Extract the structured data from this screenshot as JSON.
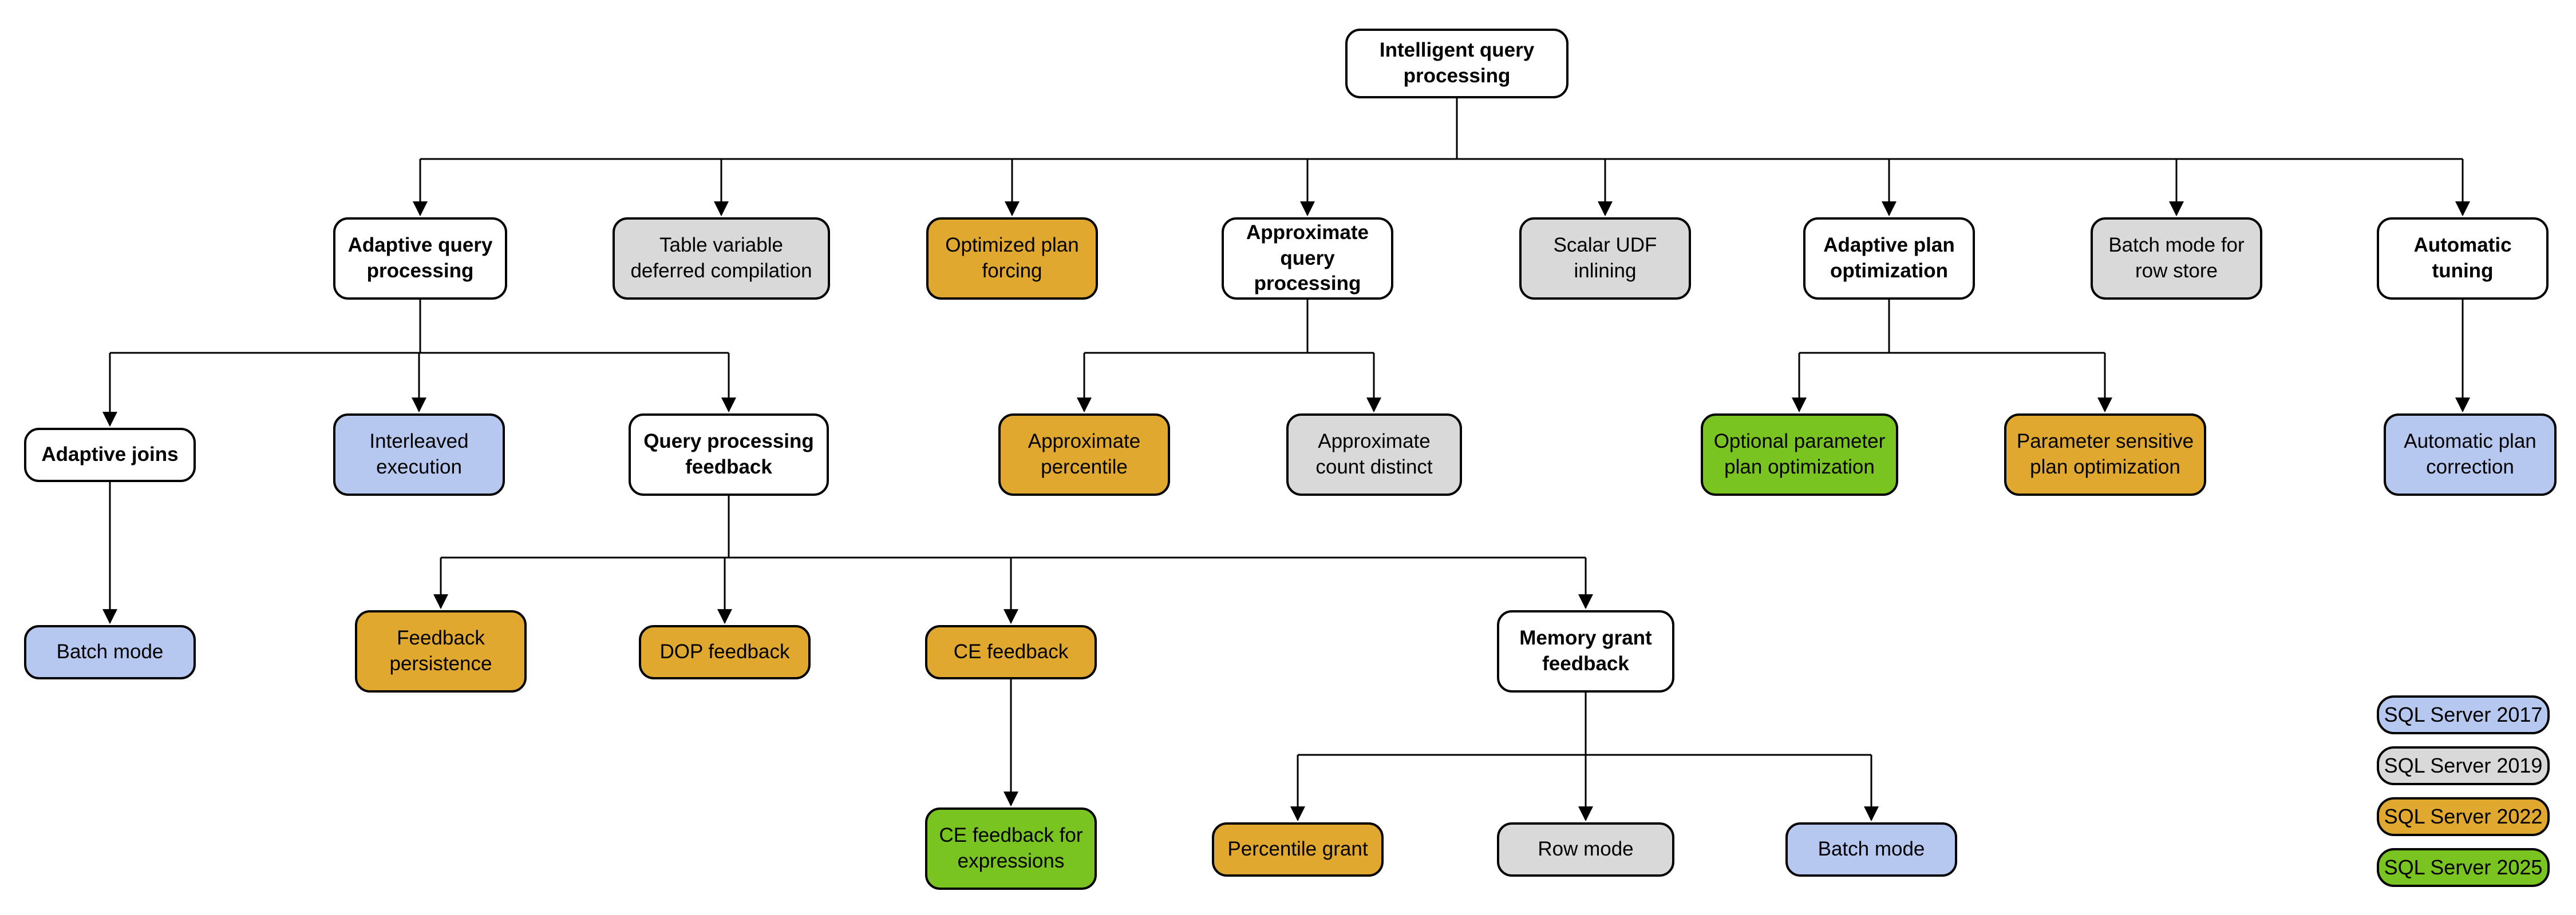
{
  "colors": {
    "category_fill": "#ffffff",
    "border": "#000000",
    "version_2017": "#b6c7f0",
    "version_2019": "#d9d9d9",
    "version_2022": "#e0a82e",
    "version_2025": "#79c421"
  },
  "nodes": {
    "root": {
      "label": "Intelligent query processing",
      "type": "category"
    },
    "adaptive_query_processing": {
      "label": "Adaptive query processing",
      "type": "category"
    },
    "table_variable_deferred_compilation": {
      "label": "Table variable deferred compilation",
      "version": "SQL Server 2019"
    },
    "optimized_plan_forcing": {
      "label": "Optimized plan forcing",
      "version": "SQL Server 2022"
    },
    "approximate_query_processing": {
      "label": "Approximate query processing",
      "type": "category"
    },
    "scalar_udf_inlining": {
      "label": "Scalar UDF inlining",
      "version": "SQL Server 2019"
    },
    "adaptive_plan_optimization": {
      "label": "Adaptive plan optimization",
      "type": "category"
    },
    "batch_mode_for_row_store": {
      "label": "Batch mode for row store",
      "version": "SQL Server 2019"
    },
    "automatic_tuning": {
      "label": "Automatic tuning",
      "type": "category"
    },
    "adaptive_joins": {
      "label": "Adaptive joins",
      "type": "category"
    },
    "interleaved_execution": {
      "label": "Interleaved execution",
      "version": "SQL Server 2017"
    },
    "query_processing_feedback": {
      "label": "Query processing feedback",
      "type": "category"
    },
    "approximate_percentile": {
      "label": "Approximate percentile",
      "version": "SQL Server 2022"
    },
    "approximate_count_distinct": {
      "label": "Approximate count distinct",
      "version": "SQL Server 2019"
    },
    "optional_parameter_plan_optimization": {
      "label": "Optional parameter plan optimization",
      "version": "SQL Server 2025"
    },
    "parameter_sensitive_plan_optimization": {
      "label": "Parameter sensitive plan optimization",
      "version": "SQL Server 2022"
    },
    "automatic_plan_correction": {
      "label": "Automatic plan correction",
      "version": "SQL Server 2017"
    },
    "batch_mode_join": {
      "label": "Batch mode",
      "version": "SQL Server 2017"
    },
    "feedback_persistence": {
      "label": "Feedback persistence",
      "version": "SQL Server 2022"
    },
    "dop_feedback": {
      "label": "DOP feedback",
      "version": "SQL Server 2022"
    },
    "ce_feedback": {
      "label": "CE feedback",
      "version": "SQL Server 2022"
    },
    "memory_grant_feedback": {
      "label": "Memory grant feedback",
      "type": "category"
    },
    "ce_feedback_for_expressions": {
      "label": "CE feedback for expressions",
      "version": "SQL Server 2025"
    },
    "percentile_grant": {
      "label": "Percentile grant",
      "version": "SQL Server 2022"
    },
    "row_mode": {
      "label": "Row mode",
      "version": "SQL Server 2019"
    },
    "batch_mode_grant": {
      "label": "Batch mode",
      "version": "SQL Server 2017"
    }
  },
  "hierarchy": {
    "root": [
      "adaptive_query_processing",
      "table_variable_deferred_compilation",
      "optimized_plan_forcing",
      "approximate_query_processing",
      "scalar_udf_inlining",
      "adaptive_plan_optimization",
      "batch_mode_for_row_store",
      "automatic_tuning"
    ],
    "adaptive_query_processing": [
      "adaptive_joins",
      "interleaved_execution",
      "query_processing_feedback"
    ],
    "approximate_query_processing": [
      "approximate_percentile",
      "approximate_count_distinct"
    ],
    "adaptive_plan_optimization": [
      "optional_parameter_plan_optimization",
      "parameter_sensitive_plan_optimization"
    ],
    "automatic_tuning": [
      "automatic_plan_correction"
    ],
    "adaptive_joins": [
      "batch_mode_join"
    ],
    "query_processing_feedback": [
      "feedback_persistence",
      "dop_feedback",
      "ce_feedback",
      "memory_grant_feedback"
    ],
    "ce_feedback": [
      "ce_feedback_for_expressions"
    ],
    "memory_grant_feedback": [
      "percentile_grant",
      "row_mode",
      "batch_mode_grant"
    ]
  },
  "legend": {
    "items": [
      {
        "label": "SQL Server 2017",
        "color": "#b6c7f0"
      },
      {
        "label": "SQL Server 2019",
        "color": "#d9d9d9"
      },
      {
        "label": "SQL Server 2022",
        "color": "#e0a82e"
      },
      {
        "label": "SQL Server 2025",
        "color": "#79c421"
      }
    ]
  }
}
